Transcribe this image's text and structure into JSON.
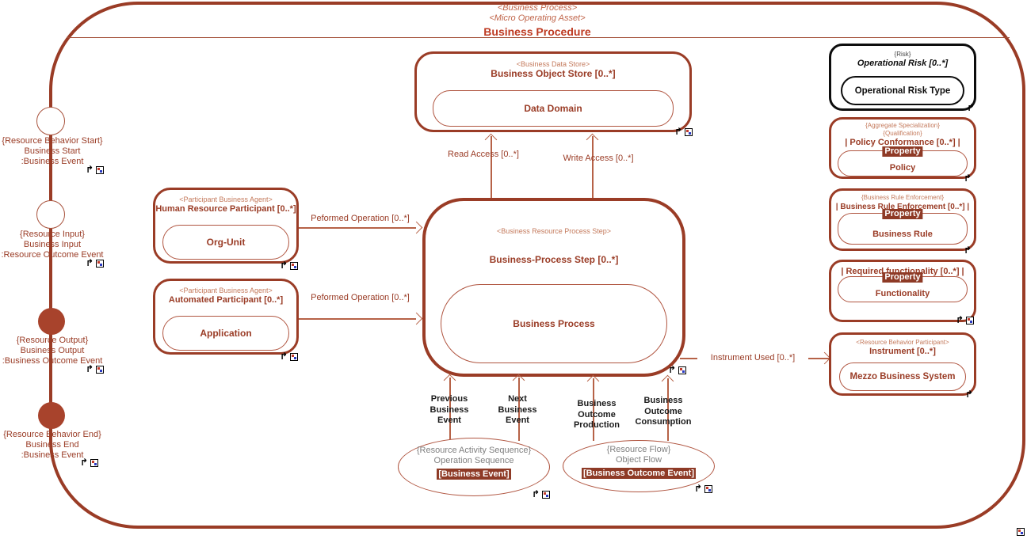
{
  "colors": {
    "primary": "#9A3C26",
    "stereotype": "#C47A5C",
    "connector": "#B66247",
    "highlight_bg": "#8E3A26",
    "risk_black": "#0d0d0d",
    "gray_text": "#808080",
    "label_black": "#1a1a1a"
  },
  "title": {
    "stereotype1": "<Business Process>",
    "stereotype2": "<Micro Operating Asset>",
    "name": "Business Procedure"
  },
  "lifeline": {
    "nodes": [
      {
        "tag": "{Resource Behavior Start}",
        "name": "Business Start",
        "type": ":Business Event"
      },
      {
        "tag": "{Resource Input}",
        "name": "Business Input",
        "type": ":Resource Outcome Event"
      },
      {
        "tag": "{Resource Output}",
        "name": "Business Output",
        "type": ":Business Outcome Event"
      },
      {
        "tag": "{Resource Behavior End}",
        "name": "Business End",
        "type": ":Business Event"
      }
    ]
  },
  "participants": [
    {
      "stereotype": "<Participant Business Agent>",
      "name": "Human Resource Participant [0..*]",
      "inner": "Org-Unit",
      "arrow": "Peformed Operation [0..*]"
    },
    {
      "stereotype": "<Participant Business Agent>",
      "name": "Automated Participant [0..*]",
      "inner": "Application",
      "arrow": "Peformed Operation [0..*]"
    }
  ],
  "store": {
    "stereotype": "<Business Data Store>",
    "name": "Business Object Store [0..*]",
    "inner": "Data Domain",
    "read": "Read Access [0..*]",
    "write": "Write Access [0..*]"
  },
  "central": {
    "stereotype": "<Business Resource Process Step>",
    "name": "Business-Process Step [0..*]",
    "inner": "Business Process"
  },
  "instrument_used": "Instrument Used [0..*]",
  "risk": {
    "tag": "{Risk}",
    "name": "Operational Risk [0..*]",
    "inner": "Operational Risk Type"
  },
  "policy": {
    "tag1": "{Aggregate Specialization}",
    "tag2": "{Qualification}",
    "name": "| Policy Conformance [0..*] |",
    "prop": "Property",
    "inner": "Policy"
  },
  "rule": {
    "tag": "{Business Rule Enforcement}",
    "name": "| Business Rule Enforcement [0..*] |",
    "prop": "Property",
    "inner": "Business Rule"
  },
  "functionality": {
    "name": "| Required functionality [0..*] |",
    "prop": "Property",
    "inner": "Functionality"
  },
  "instrument": {
    "stereotype": "<Resource Behavior Participant>",
    "name": "Instrument [0..*]",
    "inner": "Mezzo Business System"
  },
  "flows": {
    "labels": [
      {
        "lines": [
          "Previous",
          "Business",
          "Event"
        ]
      },
      {
        "lines": [
          "Next",
          "Business",
          "Event"
        ]
      },
      {
        "lines": [
          "Business",
          "Outcome",
          "Production"
        ]
      },
      {
        "lines": [
          "Business",
          "Outcome",
          "Consumption"
        ]
      }
    ],
    "ellipses": [
      {
        "tag": "{Resource Activity Sequence}",
        "name": "Operation Sequence",
        "highlight": "[Business Event]"
      },
      {
        "tag": "{Resource Flow}",
        "name": "Object Flow",
        "highlight": "[Business Outcome Event]"
      }
    ]
  }
}
